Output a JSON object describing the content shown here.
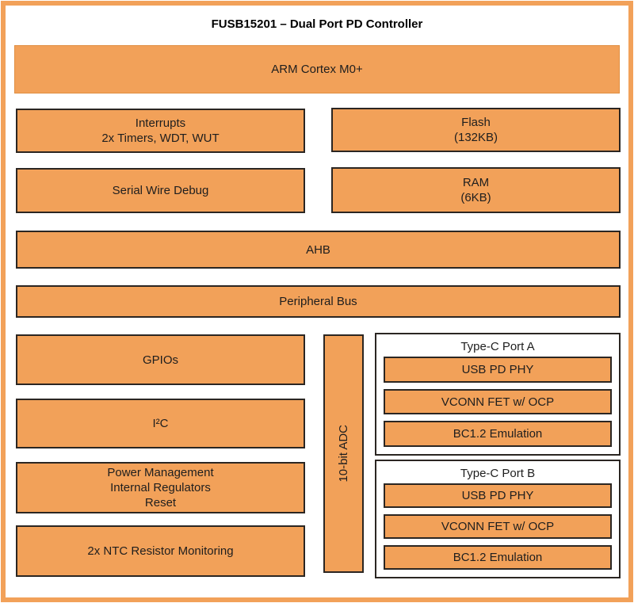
{
  "title": "FUSB15201 – Dual Port PD Controller",
  "colors": {
    "block_fill": "#F2A159",
    "block_border": "#2B2622",
    "frame_border": "#F2A159",
    "text": "#1E1E1E"
  },
  "blocks": {
    "arm": "ARM Cortex M0+",
    "interrupts": "Interrupts\n2x Timers, WDT, WUT",
    "flash": "Flash\n(132KB)",
    "serial_wire_debug": "Serial Wire Debug",
    "ram": "RAM\n(6KB)",
    "ahb": "AHB",
    "peripheral_bus": "Peripheral Bus",
    "gpios": "GPIOs",
    "i2c": "I²C",
    "power_management": "Power Management\nInternal Regulators\nReset",
    "ntc_monitoring": "2x NTC Resistor Monitoring",
    "adc": "10-bit ADC"
  },
  "ports": [
    {
      "title": "Type-C Port A",
      "blocks": [
        "USB PD PHY",
        "VCONN FET w/ OCP",
        "BC1.2 Emulation"
      ]
    },
    {
      "title": "Type-C Port B",
      "blocks": [
        "USB PD PHY",
        "VCONN FET w/ OCP",
        "BC1.2 Emulation"
      ]
    }
  ]
}
